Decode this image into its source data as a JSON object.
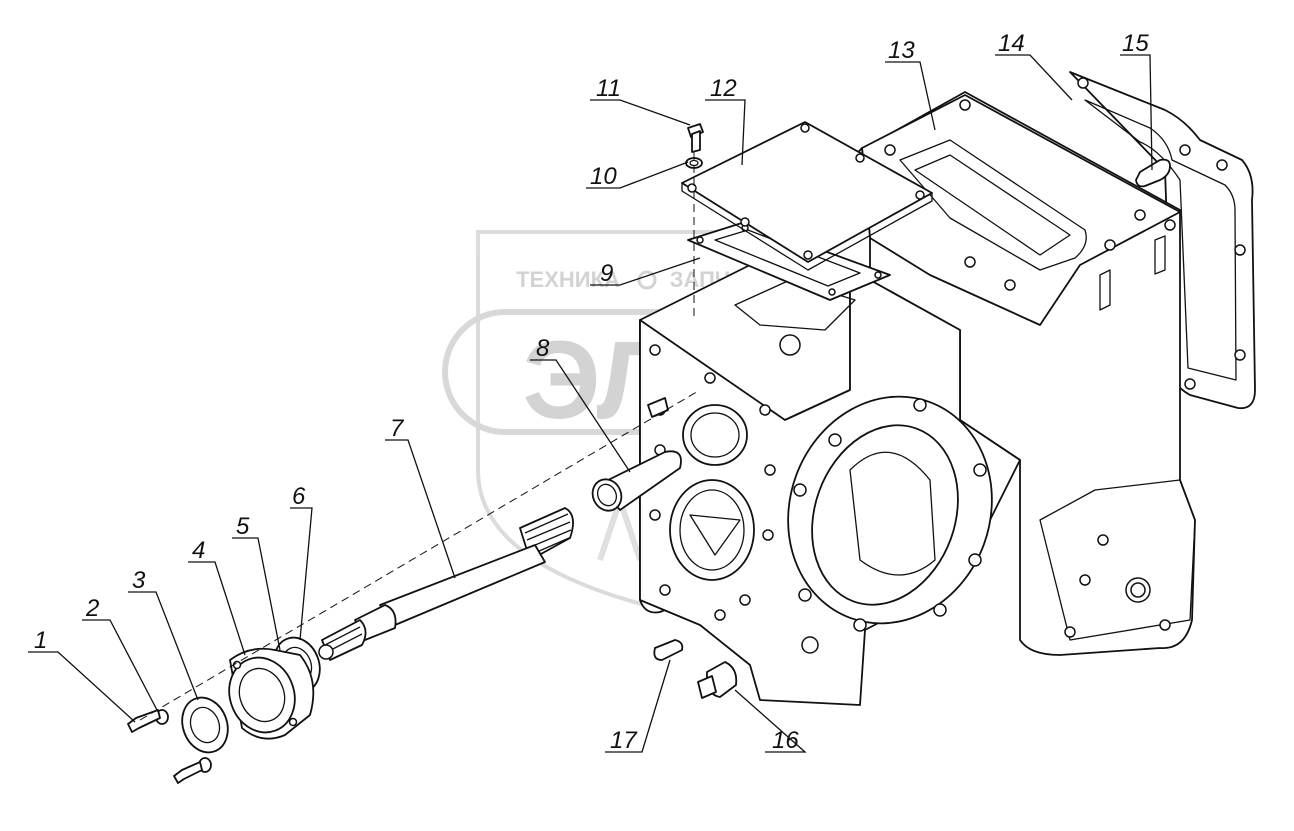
{
  "watermark": {
    "brand_text": "ЭЛФ",
    "left_text": "ТЕХНИКА",
    "right_text": "ЗАПЧАСТИ"
  },
  "callouts": [
    {
      "id": "1",
      "text": "1"
    },
    {
      "id": "2",
      "text": "2"
    },
    {
      "id": "3",
      "text": "3"
    },
    {
      "id": "4",
      "text": "4"
    },
    {
      "id": "5",
      "text": "5"
    },
    {
      "id": "6",
      "text": "6"
    },
    {
      "id": "7",
      "text": "7"
    },
    {
      "id": "8",
      "text": "8"
    },
    {
      "id": "9",
      "text": "9"
    },
    {
      "id": "10",
      "text": "10"
    },
    {
      "id": "11",
      "text": "11"
    },
    {
      "id": "12",
      "text": "12"
    },
    {
      "id": "13",
      "text": "13"
    },
    {
      "id": "14",
      "text": "14"
    },
    {
      "id": "15",
      "text": "15"
    },
    {
      "id": "16",
      "text": "16"
    },
    {
      "id": "17",
      "text": "17"
    }
  ],
  "colors": {
    "line": "#111111",
    "watermark": "#cfcfcf",
    "background": "#ffffff"
  }
}
